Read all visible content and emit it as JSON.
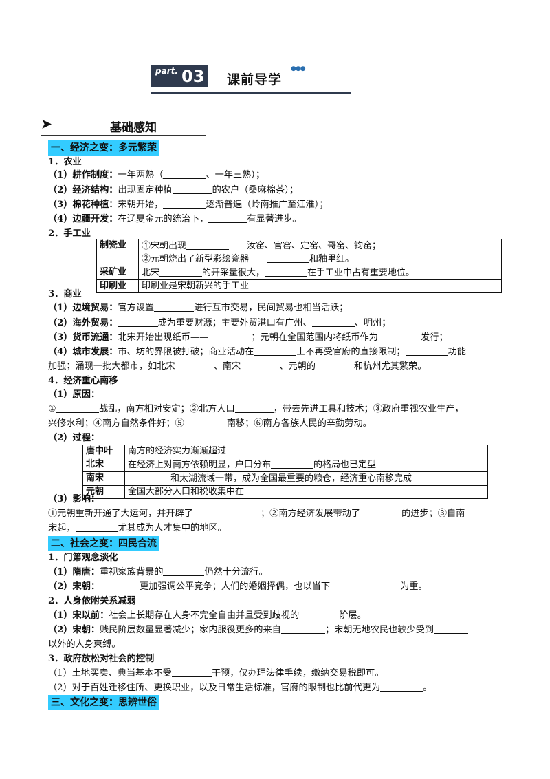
{
  "header": {
    "part_word": "part.",
    "part_num": "03",
    "title": "课前导学",
    "dots": "●●●"
  },
  "basic": {
    "arrow": "➤",
    "label": "基础感知"
  },
  "sections": {
    "s1": "一、经济之变：多元繁荣",
    "s2": "二、社会之变：四民合流",
    "s3": "三、文化之变：思辨世俗"
  },
  "agri": {
    "title": "1．农业",
    "r1": {
      "label": "（1）耕作制度：",
      "a": "一年两熟（",
      "b": "、一年三熟）；"
    },
    "r2": {
      "label": "（2）经济结构：",
      "a": "出现固定种植",
      "b": "的农户（桑麻棉茶）；"
    },
    "r3": {
      "label": "（3）棉花种植：",
      "a": "宋朝开始，",
      "b": "逐渐普遍（岭南推广至江淮）；"
    },
    "r4": {
      "label": "（4）边疆开发：",
      "a": "在辽夏金元的统治下，",
      "b": "有显著进步。"
    }
  },
  "craft": {
    "title": "2．手工业",
    "t1": {
      "head": "制瓷业",
      "l1a": "①宋朝出现",
      "l1b": "——汝窑、官窑、定窑、哥窑、钧窑；",
      "l2a": "②元朝烧出了新型彩绘瓷器——",
      "l2b": "和釉里红。"
    },
    "t2": {
      "head": "采矿业",
      "a": "北宋",
      "b": "的开采量很大，",
      "c": "在手工业中占有重要地位。"
    },
    "t3": {
      "head": "印刷业",
      "a": "印刷业是宋朝新兴的手工业"
    }
  },
  "trade": {
    "title": "3．商业",
    "r1": {
      "label": "（1）边境贸易：",
      "a": "官方设置",
      "b": "进行互市交易，民间贸易也相当活跃；"
    },
    "r2": {
      "label": "（2）海外贸易：",
      "b": "成为重要财源；主要外贸港口有广州、",
      "c": "、明州；"
    },
    "r3": {
      "label": "（3）货币流通：",
      "a": "北宋开始出现纸币——",
      "b": "；元朝在全国范围内将纸币作为",
      "c": "发行；"
    },
    "r4": {
      "label": "（4）城市发展：",
      "a": "市、坊的界限被打破；商业活动在",
      "b": "上不再受官府的直接限制；",
      "c": "功能"
    },
    "r4b": {
      "a": "加强；涌现一批大都市，如北宋",
      "b": "、南宋",
      "c": "、元朝的",
      "d": "和杭州尤其繁荣。"
    }
  },
  "shift": {
    "title": "4．经济重心南移",
    "c_label": "（1）原因：",
    "c1": {
      "a": "①",
      "b": "战乱，南方相对安定；②北方人口",
      "c": "，带去先进工具和技术；③政府重视农业生产，"
    },
    "c2": {
      "a": "兴修水利；④南方自然条件好；⑤",
      "b": "南移；⑥南方各族人民的辛勤劳动。"
    },
    "p_label": "（2）过程：",
    "p1": {
      "head": "唐中叶",
      "a": "南方的经济实力渐渐超过"
    },
    "p2": {
      "head": "北宋",
      "a": "在经济上对南方依赖明显，户口分布",
      "b": "的格局也已定型"
    },
    "p3": {
      "head": "南宋",
      "b": "和太湖流域一带，成为全国最重要的粮仓，经济重心南移完成"
    },
    "p4": {
      "head": "元朝",
      "a": "全国大部分人口和税收集中在"
    },
    "e_label": "（3）影响：",
    "e1": {
      "a": "①元朝重新开通了大运河，并开辟了",
      "b": "；②南方经济发展带动了",
      "c": "的进步；③自南"
    },
    "e2": {
      "a": "宋起，",
      "b": "尤其成为人才集中的地区。"
    }
  },
  "society": {
    "t1": "1．门第观念淡化",
    "r1": {
      "label": "（1）隋唐：",
      "a": "重视家族背景的",
      "b": "仍然十分流行。"
    },
    "r2": {
      "label": "（2）宋朝：",
      "b": "更加强调公平竞争；人们的婚姻择偶，也以当下",
      "c": "为重。"
    },
    "t2": "2．人身依附关系减弱",
    "r3": {
      "label": "（1）宋以前：",
      "a": "社会上长期存在人身不完全自由并且受到歧视的",
      "b": "阶层。"
    },
    "r4": {
      "label": "（2）宋朝：",
      "a": "贱民阶层数量显著减少；家内服役更多的来自",
      "b": "；宋朝无地农民也较少受到"
    },
    "r4b": {
      "a": "以外的人身束缚。"
    },
    "t3": "3．政府放松对社会的控制",
    "r5": {
      "a": "（1）土地买卖、典当基本不受",
      "b": "干预，仅办理法律手续，缴纳交易税即可。"
    },
    "r6": {
      "a": "（2）对于百姓迁移住所、更换职业，以及日常生活标准，官府的限制也比前代更为",
      "b": "。"
    }
  }
}
